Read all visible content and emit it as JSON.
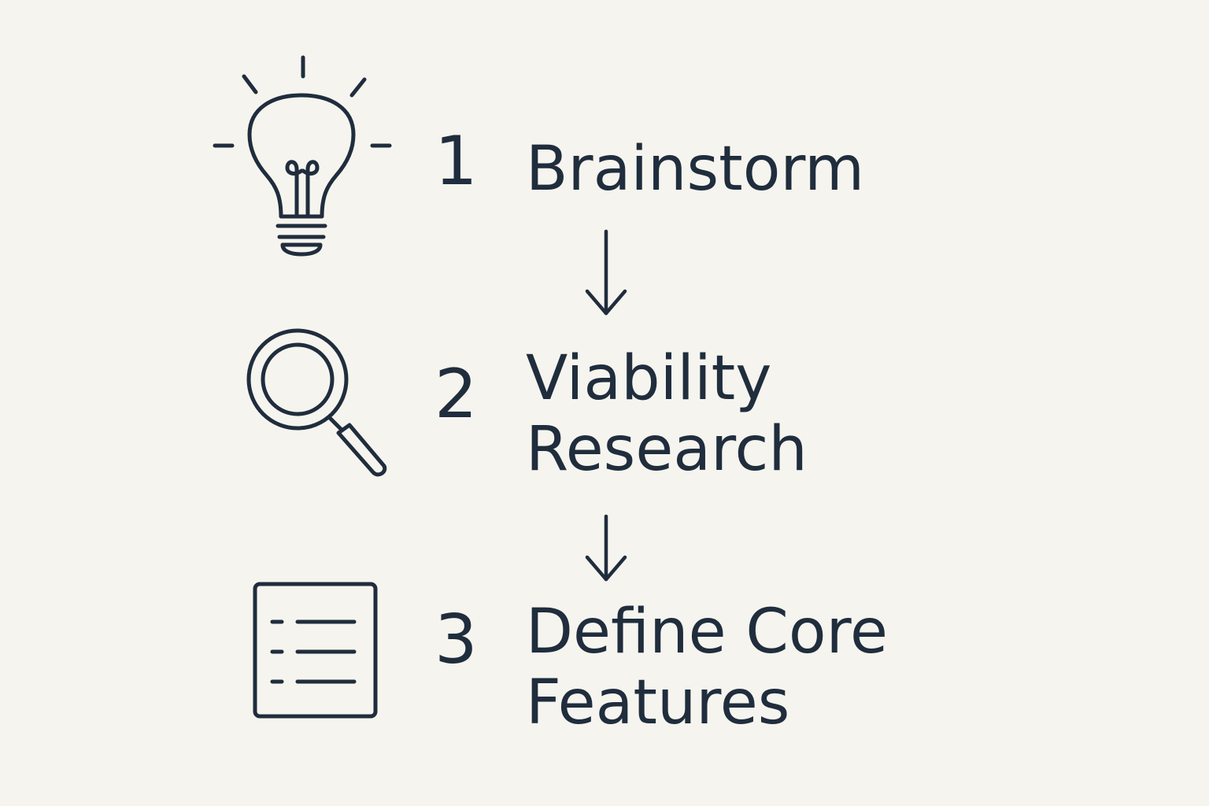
{
  "steps": [
    {
      "number": "1",
      "label_lines": [
        "Brainstorm"
      ],
      "icon": "lightbulb-icon"
    },
    {
      "number": "2",
      "label_lines": [
        "Viability",
        "Research"
      ],
      "icon": "magnifying-glass-icon"
    },
    {
      "number": "3",
      "label_lines": [
        "Define Core",
        "Features"
      ],
      "icon": "checklist-document-icon"
    }
  ],
  "colors": {
    "ink": "#1f2d3d",
    "background": "#f6f4ee"
  }
}
